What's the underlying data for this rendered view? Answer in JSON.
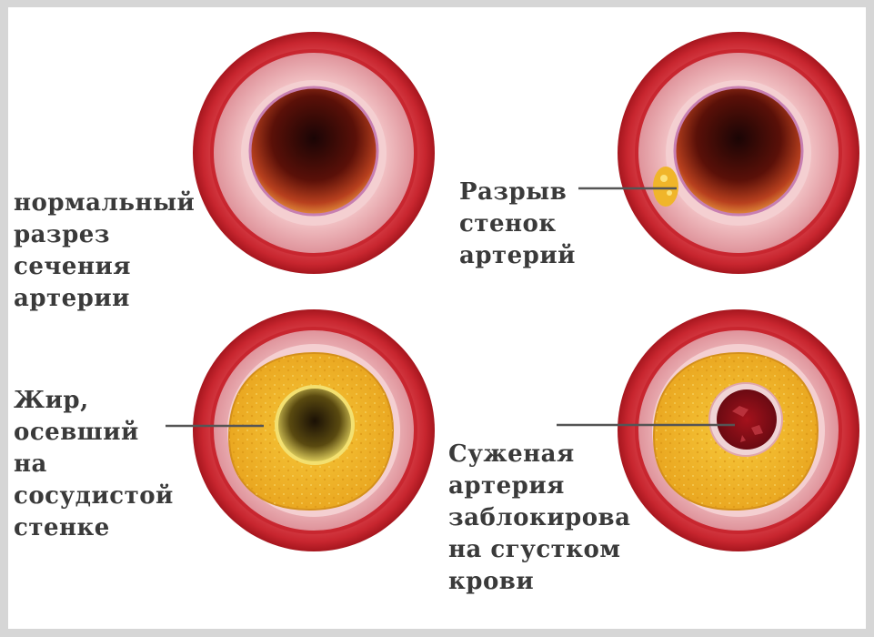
{
  "panels": [
    {
      "id": "normal",
      "caption_lines": [
        "нормальный",
        "разрез",
        "сечения",
        "артерии"
      ]
    },
    {
      "id": "rupture",
      "caption_lines": [
        "Разрыв",
        "стенок",
        "артерий"
      ]
    },
    {
      "id": "fat",
      "caption_lines": [
        "Жир,",
        "осевший",
        "на",
        "сосудистой",
        "стенке"
      ]
    },
    {
      "id": "blocked",
      "caption_lines": [
        "Суженая",
        "артерия",
        "заблокирова",
        "на сгустком",
        "крови"
      ]
    }
  ],
  "colors": {
    "outer_wall": "#c8262f",
    "middle_wall": "#e8a7ad",
    "inner_wall": "#f2c3c6",
    "lumen": "#5a1008",
    "plaque": "#f0b52a",
    "clot": "#8a0f18",
    "text": "#3a3a3a"
  }
}
